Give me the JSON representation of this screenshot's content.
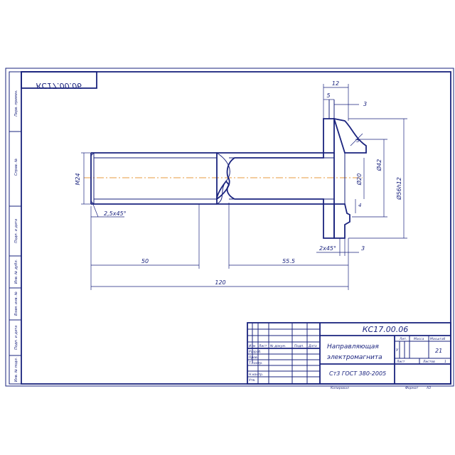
{
  "drawing": {
    "code_mirrored": "КС17.00.06",
    "dimensions": {
      "d12": "12",
      "d5": "5",
      "d3_top": "3",
      "d5_chamfer": "5",
      "m24": "M24",
      "d20": "Ø20",
      "d42": "Ø42",
      "d56": "Ø56h12",
      "d4": "4",
      "chamfer_left": "2,5x45°",
      "chamfer_right": "2x45°",
      "d3_bottom": "3",
      "d50": "50",
      "d555": "55.5",
      "d120": "120"
    }
  },
  "side_stamp": {
    "cells": [
      "Перв. примен.",
      "Справ. №",
      "Подп. и дата",
      "Инв. № дубл.",
      "Взам. инв. №",
      "Подп. и дата",
      "Инв. № подл."
    ]
  },
  "title_block": {
    "code": "КС17.00.06",
    "name_line1": "Направляющая",
    "name_line2": "электромагнита",
    "material": "Ст3 ГОСТ 380-2005",
    "mass": "21",
    "sheet": "Лист",
    "sheets": "Листов",
    "sheets_count": "1",
    "lit": "Лит.",
    "mass_label": "Масса",
    "scale_label": "Масштаб",
    "scale_value": "",
    "letter": "У",
    "rows_labels": [
      "Изм",
      "Лист",
      "№ докум.",
      "Подп.",
      "Дата"
    ],
    "roles": [
      "Разраб.",
      "Пров.",
      "Т.контр.",
      "",
      "Н.контр.",
      "Утв."
    ],
    "copied": "Копировал",
    "format_label": "Формат",
    "format_value": "A3"
  }
}
